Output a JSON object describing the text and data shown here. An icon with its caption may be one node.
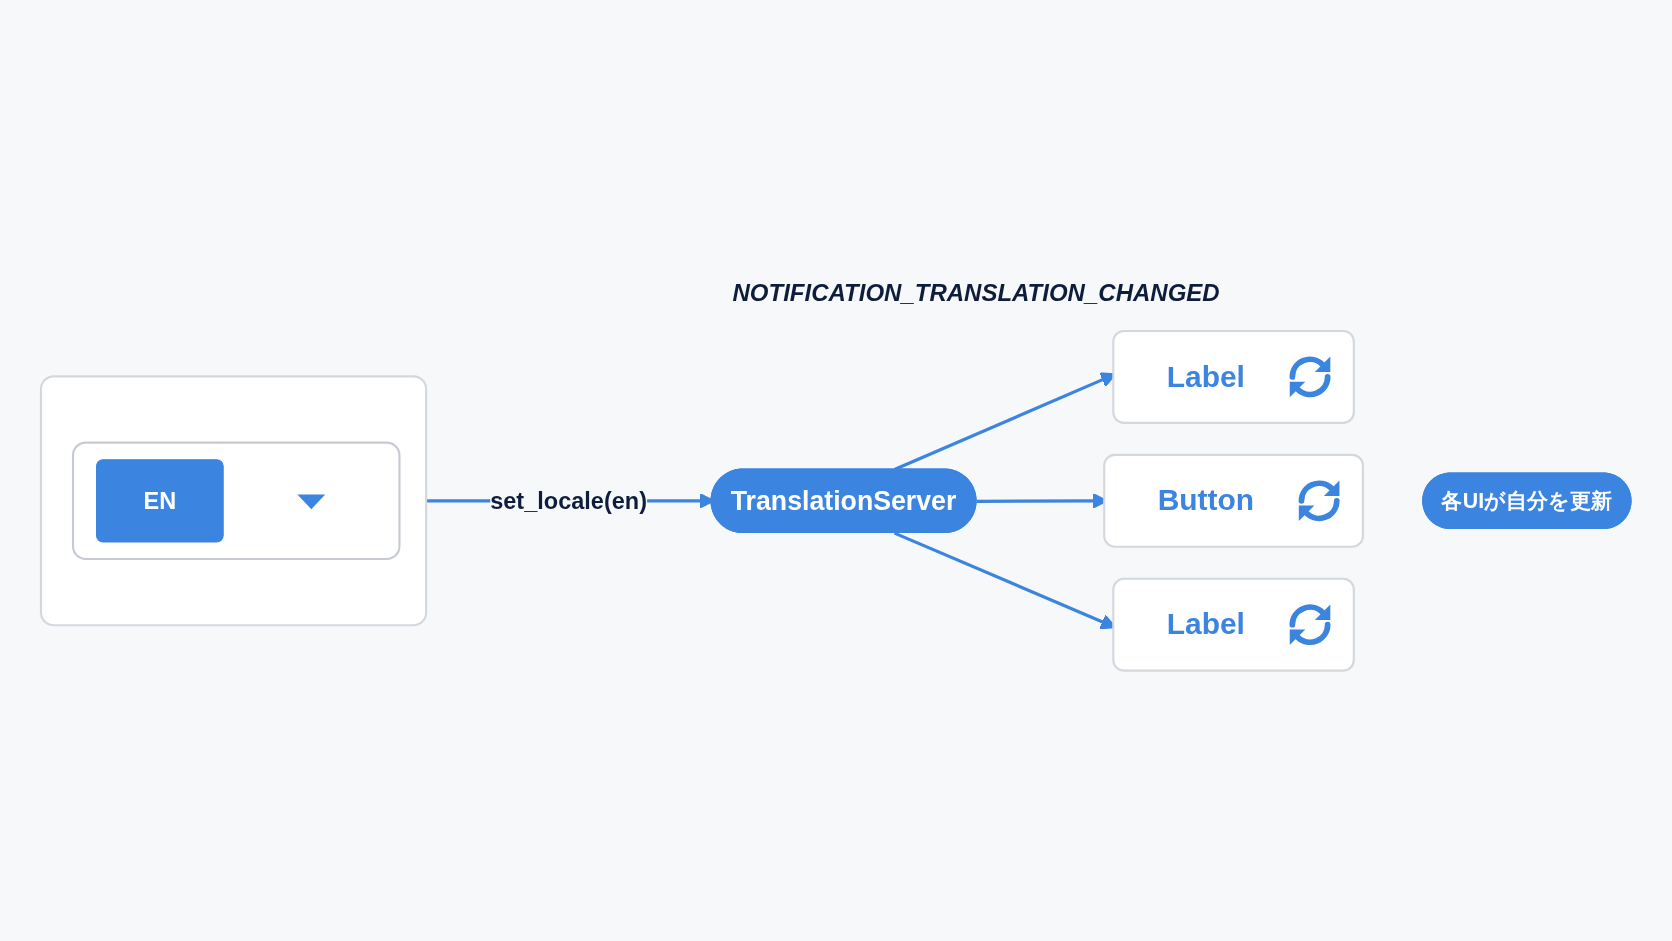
{
  "diagram": {
    "nodes": [
      {
        "text": [],
        "shape": "box"
      },
      {
        "text": [],
        "shape": "box",
        "in": 0
      },
      {
        "text": [
          "EN"
        ],
        "in": 1
      },
      {
        "text": [
          "TranslationServer"
        ]
      },
      {
        "text": [
          "Label"
        ]
      },
      {
        "text": [
          "Button"
        ]
      },
      {
        "text": [
          "Label"
        ]
      },
      {
        "text": [
          "各UIが自分を更新"
        ]
      }
    ],
    "edges": [
      {
        "from": 0,
        "to": 3,
        "arrow": "to",
        "label": "set_locale(en)"
      },
      {
        "from": 3,
        "to": 4,
        "arrow": "to"
      },
      {
        "from": 3,
        "to": 5,
        "arrow": "to"
      },
      {
        "from": 3,
        "to": 6,
        "arrow": "to"
      }
    ],
    "labels": [
      "NOTIFICATION_TRANSLATION_CHANGED"
    ]
  }
}
